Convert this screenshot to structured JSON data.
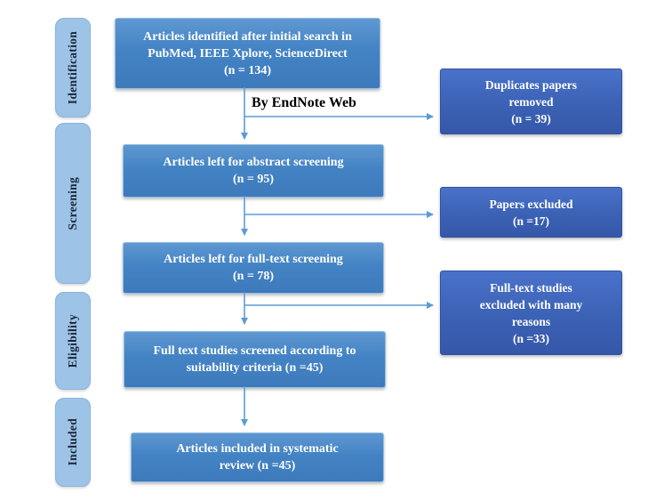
{
  "flowchart": {
    "stages": [
      {
        "label": "Identification"
      },
      {
        "label": "Screening"
      },
      {
        "label": "Eligibility"
      },
      {
        "label": "Included"
      }
    ],
    "main_flow": [
      {
        "text": "Articles identified after initial search in\nPubMed, IEEE Xplore, ScienceDirect\n(n = 134)",
        "n": 134
      },
      {
        "text": "Articles left for abstract screening\n(n = 95)",
        "n": 95
      },
      {
        "text": "Articles left for full-text screening\n(n = 78)",
        "n": 78
      },
      {
        "text": "Full text studies screened according to\nsuitability criteria (n =45)",
        "n": 45
      },
      {
        "text": "Articles included in systematic\nreview (n =45)",
        "n": 45
      }
    ],
    "side_boxes": [
      {
        "text": "Duplicates papers\nremoved\n(n = 39)",
        "n": 39
      },
      {
        "text": "Papers excluded\n(n =17)",
        "n": 17
      },
      {
        "text": "Full-text studies\nexcluded with many\nreasons\n(n =33)",
        "n": 33
      }
    ],
    "arrow_label": "By EndNote Web",
    "colors": {
      "main_box": "#4383c4",
      "side_box": "#3c63b6",
      "stage_box": "#9dc3e6",
      "arrow": "#5b9bd5",
      "box_text": "#ffffff",
      "stage_text": "#1b2537",
      "arrow_label_text": "#000000"
    }
  }
}
